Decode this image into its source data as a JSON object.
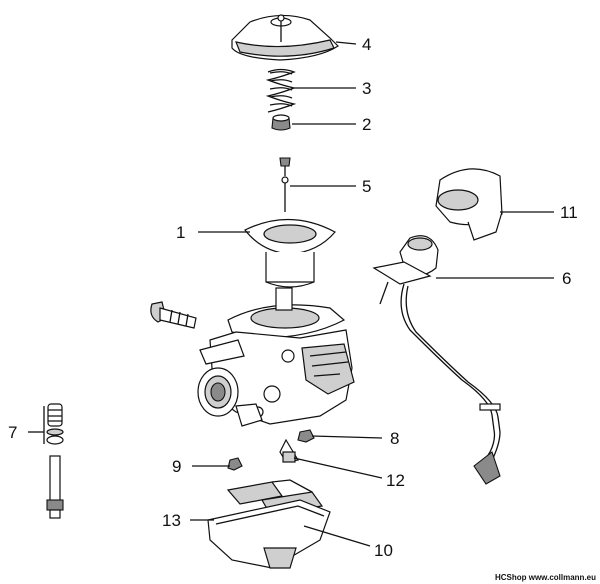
{
  "labels": {
    "n1": "1",
    "n2": "2",
    "n3": "3",
    "n4": "4",
    "n5": "5",
    "n6": "6",
    "n7": "7",
    "n8": "8",
    "n9": "9",
    "n10": "10",
    "n11": "11",
    "n12": "12",
    "n13": "13"
  },
  "footer": "HCShop www.collmann.eu"
}
